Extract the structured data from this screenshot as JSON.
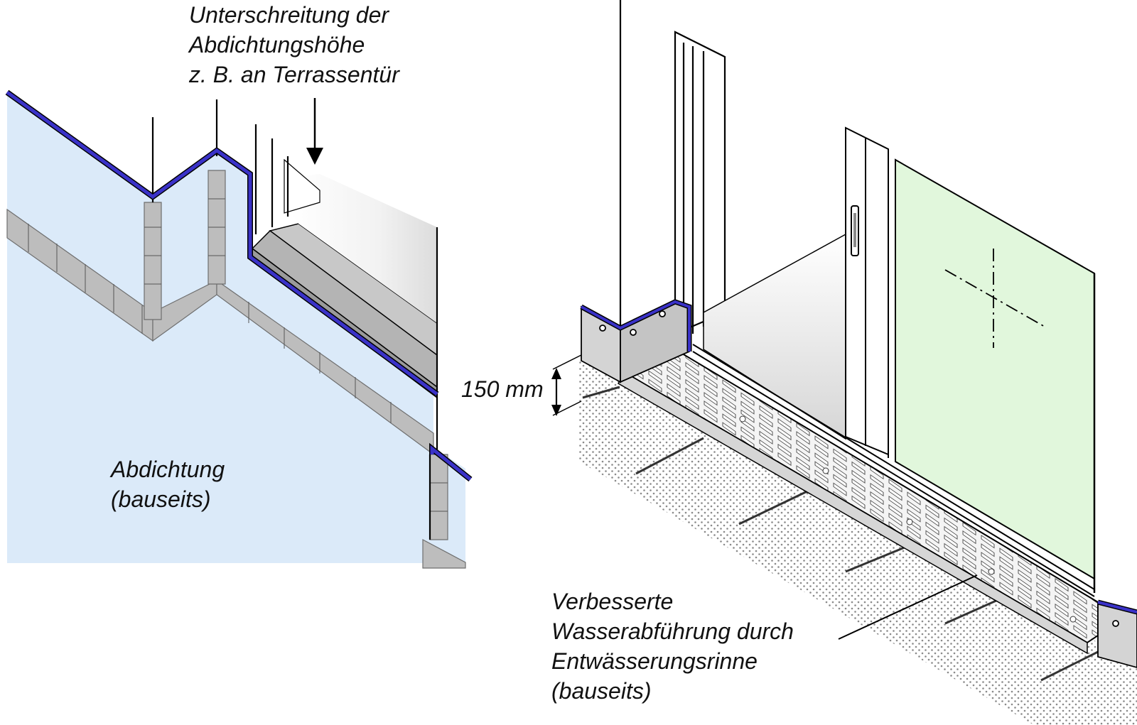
{
  "labels": {
    "unterschreitung": [
      "Unterschreitung der",
      "Abdichtungshöhe",
      "z. B. an Terrassentür"
    ],
    "abdichtung": [
      "Abdichtung",
      "(bauseits)"
    ],
    "dimension": "150 mm",
    "wasserabfuehrung": [
      "Verbesserte",
      "Wasserabführung durch",
      "Entwässerungsrinne",
      "(bauseits)"
    ]
  },
  "colors": {
    "waterproofing_fill": "#dbeaf9",
    "waterproofing_membrane": "#3a32c8",
    "glass_pane": "#e1f7dc",
    "tile_joint": "#bdbdbd",
    "concrete": "#d4d4d4",
    "outline": "#000000"
  }
}
